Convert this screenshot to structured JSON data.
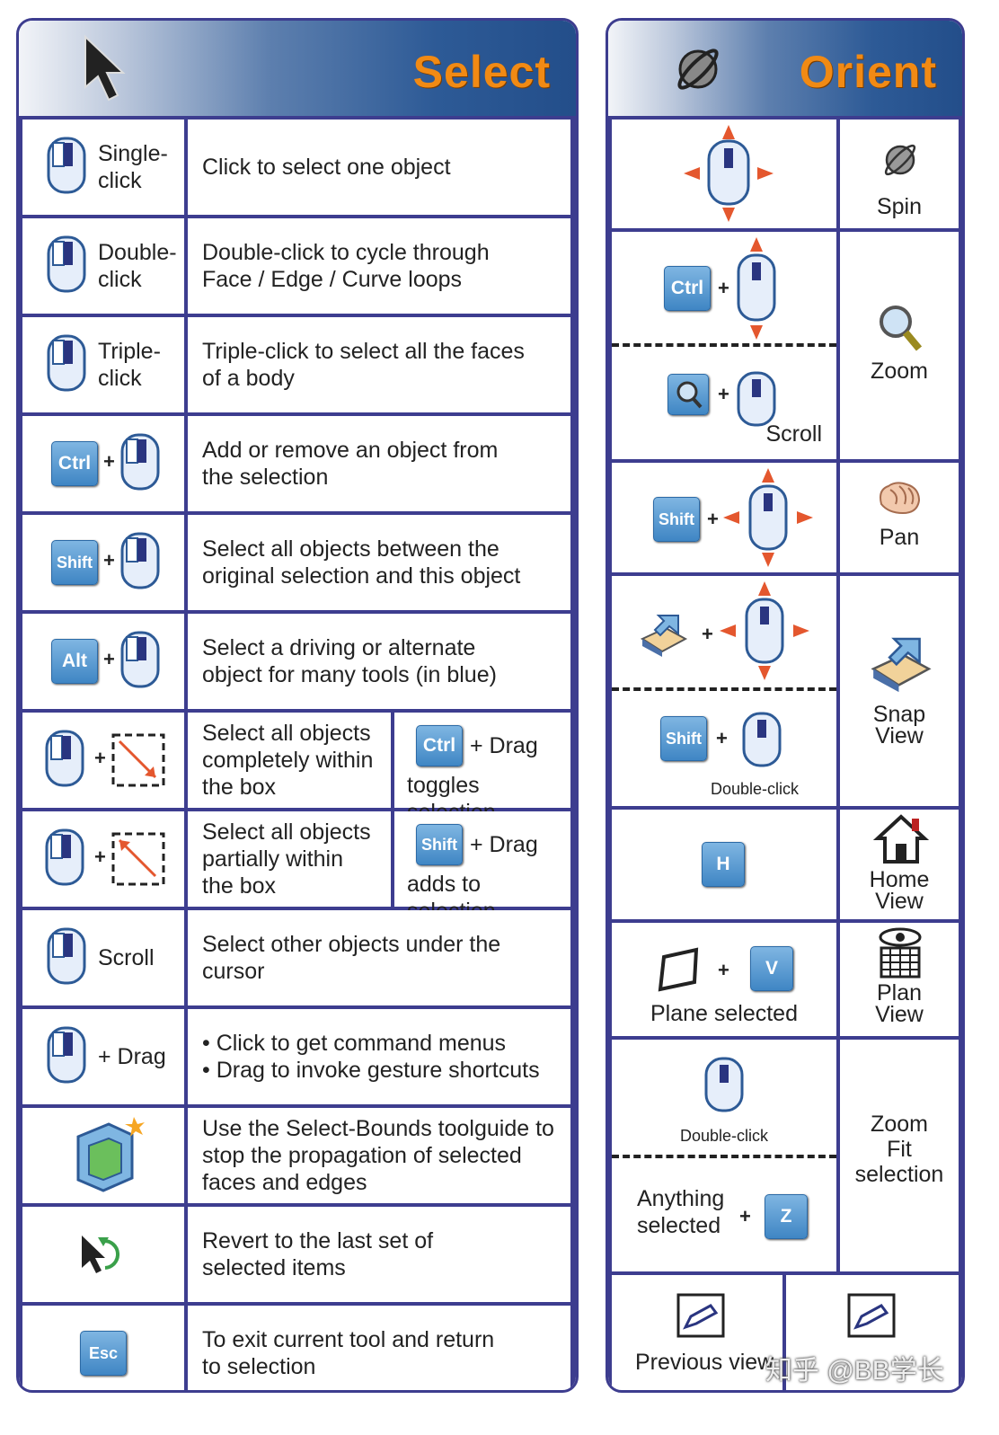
{
  "select": {
    "title": "Select",
    "rows": [
      {
        "action": "Single-\nclick",
        "desc": "Click to select one object"
      },
      {
        "action": "Double-\nclick",
        "desc": "Double-click to cycle through\nFace / Edge / Curve loops"
      },
      {
        "action": "Triple-\nclick",
        "desc": "Triple-click to select all the faces\nof a body"
      },
      {
        "key": "Ctrl",
        "desc": "Add or remove an object from\nthe selection"
      },
      {
        "key": "Shift",
        "desc": "Select all objects between the\noriginal selection and this object"
      },
      {
        "key": "Alt",
        "desc": "Select a driving or alternate\nobject for many tools (in blue)"
      },
      {
        "desc": "Select all objects\ncompletely within\nthe box",
        "side_key": "Ctrl",
        "side_drag": "+ Drag",
        "side_text": "toggles selection"
      },
      {
        "desc": "Select all objects\npartially within\nthe box",
        "side_key": "Shift",
        "side_drag": "+ Drag",
        "side_text": "adds to selection"
      },
      {
        "action": "Scroll",
        "desc": "Select other objects under the cursor"
      },
      {
        "action": "+ Drag",
        "desc": "• Click to get command menus\n• Drag to invoke gesture shortcuts"
      },
      {
        "desc": "Use the Select-Bounds toolguide to\nstop the propagation of selected\nfaces and edges"
      },
      {
        "desc": "Revert to the last set of\nselected items"
      },
      {
        "key": "Esc",
        "desc": "To exit current tool and return\nto selection"
      }
    ]
  },
  "orient": {
    "title": "Orient",
    "spin": "Spin",
    "zoom": "Zoom",
    "zoom_ctrl": "Ctrl",
    "zoom_scroll": "Scroll",
    "pan": "Pan",
    "pan_key": "Shift",
    "snap": "Snap\nView",
    "snap_shift": "Shift",
    "snap_dbl": "Double-click",
    "home_key": "H",
    "home": "Home\nView",
    "plan_key": "V",
    "plane_selected": "Plane selected",
    "plan": "Plan\nView",
    "fit_dbl": "Double-click",
    "anything": "Anything\nselected",
    "fit_key": "Z",
    "fit": "Zoom\nFit\nselection",
    "previous_view": "Previous view",
    "watermark": "知乎 @BB学长"
  },
  "colors": {
    "border": "#3d3d8f",
    "title": "#f18a14",
    "key": "#4a8fcc",
    "arrow": "#e4572e"
  }
}
